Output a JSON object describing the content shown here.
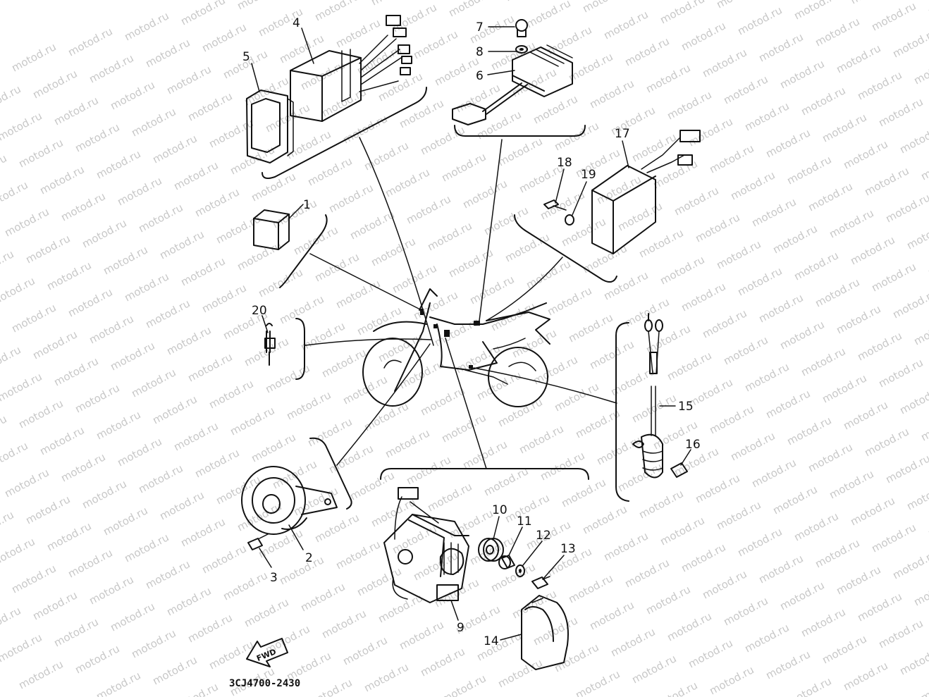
{
  "watermark_text": "motod.ru",
  "drawing_code": "3CJ4700-2430",
  "fwd_label": "FWD",
  "callouts": {
    "c1": "1",
    "c2": "2",
    "c3": "3",
    "c4": "4",
    "c5": "5",
    "c6": "6",
    "c7": "7",
    "c8": "8",
    "c9": "9",
    "c10": "10",
    "c11": "11",
    "c12": "12",
    "c13": "13",
    "c14": "14",
    "c15": "15",
    "c16": "16",
    "c17": "17",
    "c18": "18",
    "c19": "19",
    "c20": "20"
  }
}
